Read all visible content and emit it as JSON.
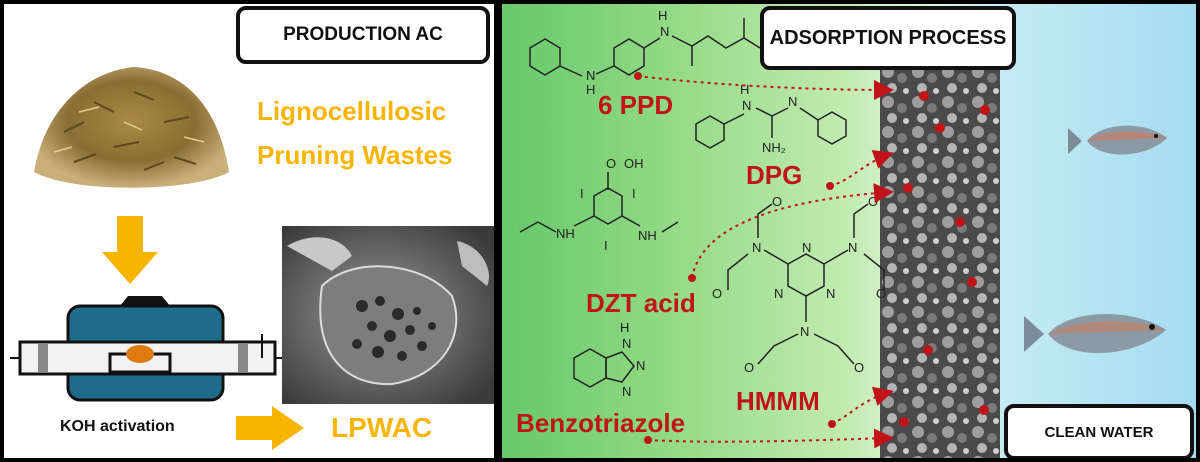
{
  "left": {
    "title": "PRODUCTION AC",
    "biomass_line1": "Lignocellulosic",
    "biomass_line2": "Pruning Wastes",
    "activation_label": "KOH activation",
    "product_label": "LPWAC"
  },
  "right": {
    "title": "ADSORPTION PROCESS",
    "result_label": "CLEAN WATER",
    "compounds": [
      {
        "name": "6 PPD"
      },
      {
        "name": "DPG"
      },
      {
        "name": "DZT acid"
      },
      {
        "name": "HMMM"
      },
      {
        "name": "Benzotriazole"
      }
    ]
  },
  "atoms": {
    "H": "H",
    "N": "N",
    "NH": "NH",
    "NH2": "NH₂",
    "OH": "OH",
    "O": "O",
    "I": "I"
  },
  "colors": {
    "accent_orange": "#f7b400",
    "compound_red": "#c11418",
    "panel_border": "#111111",
    "fish": "#8c9aa6"
  }
}
